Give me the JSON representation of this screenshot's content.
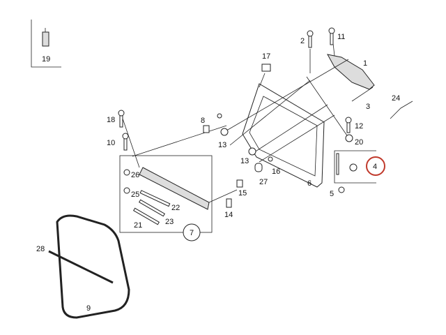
{
  "diagram": {
    "callouts": {
      "c1": "1",
      "c2": "2",
      "c3": "3",
      "c4": "4",
      "c5": "5",
      "c6": "6",
      "c7": "7",
      "c8": "8",
      "c9": "9",
      "c10": "10",
      "c11": "11",
      "c12": "12",
      "c13a": "13",
      "c13b": "13",
      "c14": "14",
      "c15": "15",
      "c16": "16",
      "c17": "17",
      "c18": "18",
      "c19": "19",
      "c20": "20",
      "c21": "21",
      "c22": "22",
      "c23": "23",
      "c24": "24",
      "c25": "25",
      "c26": "26",
      "c27": "27",
      "c28": "28"
    },
    "highlight_color": "#c0392b"
  }
}
